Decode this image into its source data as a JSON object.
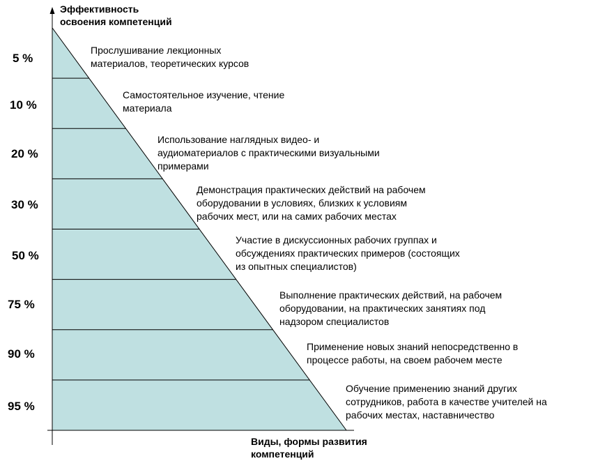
{
  "axes": {
    "y_title": "Эффективность\nосвоения компетенций",
    "x_title": "Виды, формы развития\nкомпетенций"
  },
  "colors": {
    "fill": "#bfe0e1",
    "stroke": "#000000"
  },
  "levels": [
    {
      "percent": "5 %",
      "text": "Прослушивание лекционных\nматериалов, теоретических курсов"
    },
    {
      "percent": "10 %",
      "text": "Самостоятельное изучение, чтение\nматериала"
    },
    {
      "percent": "20 %",
      "text": "Использование наглядных видео- и\nаудиоматериалов с практическими визуальными\nпримерами"
    },
    {
      "percent": "30 %",
      "text": "Демонстрация практических действий на рабочем\nоборудовании в условиях, близких к условиям\nрабочих мест, или на самих рабочих местах"
    },
    {
      "percent": "50 %",
      "text": "Участие в дискуссионных рабочих группах и\nобсуждениях практических примеров (состоящих\nиз опытных специалистов)"
    },
    {
      "percent": "75 %",
      "text": "Выполнение практических действий, на рабочем\nоборудовании, на практических занятиях под\nнадзором специалистов"
    },
    {
      "percent": "90 %",
      "text": "Применение новых знаний непосредственно в\nпроцессе работы, на своем рабочем месте"
    },
    {
      "percent": "95 %",
      "text": "Обучение применению знаний других\nсотрудников, работа в качестве учителей на\nрабочих местах, наставничество"
    }
  ]
}
